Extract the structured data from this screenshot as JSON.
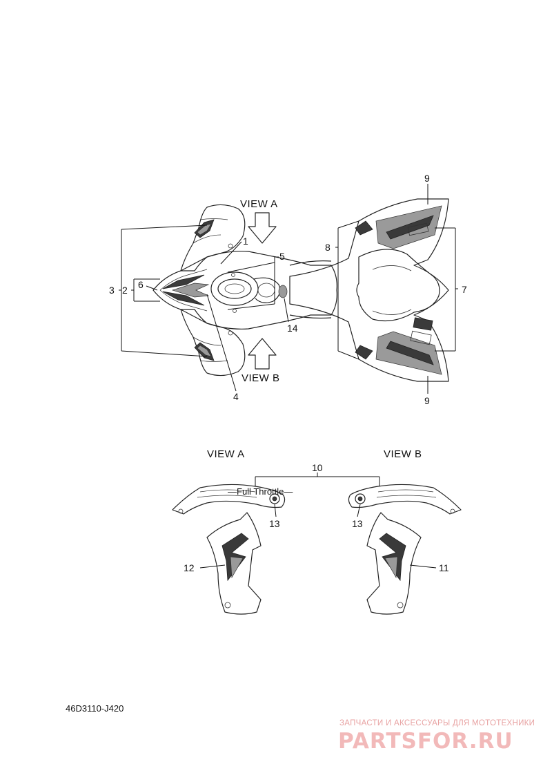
{
  "diagram": {
    "view_a_top": "VIEW A",
    "view_b_top": "VIEW B",
    "view_a_bottom": "VIEW A",
    "view_b_bottom": "VIEW B",
    "part_code": "46D3110-J420",
    "callouts": {
      "c1": "1",
      "c2": "2",
      "c3": "3",
      "c4": "4",
      "c5": "5",
      "c6": "6",
      "c7": "7",
      "c8": "8",
      "c9_top": "9",
      "c9_bottom": "9",
      "c10": "10",
      "c11": "11",
      "c12": "12",
      "c13_left": "13",
      "c13_right": "13",
      "c14": "14"
    }
  },
  "watermark": {
    "tagline": "ЗАПЧАСТИ И АКСЕССУАРЫ ДЛЯ МОТОТЕХНИКИ",
    "brand": "PARTSFOR.RU",
    "color": "#f2b9b9"
  }
}
